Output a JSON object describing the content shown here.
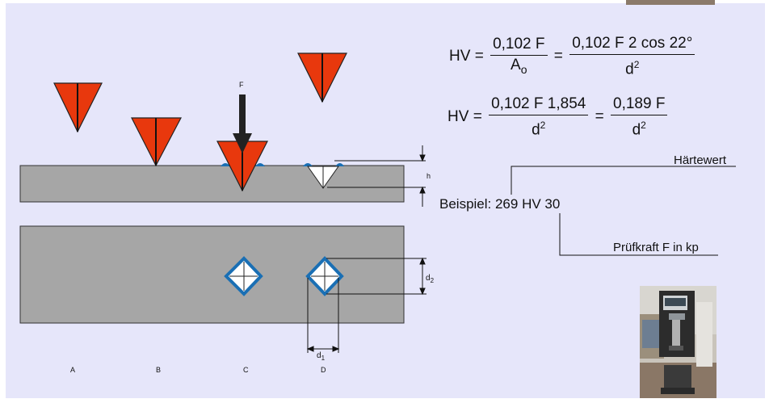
{
  "formula1": {
    "lhs": "HV",
    "frac1_num": "0,102 F",
    "frac1_den_base": "A",
    "frac1_den_sub": "o",
    "frac2_num": "0,102 F 2 cos 22°",
    "frac2_den_base": "d",
    "frac2_den_sup": "2"
  },
  "formula2": {
    "lhs": "HV",
    "frac1_num": "0,102 F 1,854",
    "frac1_den_base": "d",
    "frac1_den_sup": "2",
    "frac2_num": "0,189 F",
    "frac2_den_base": "d",
    "frac2_den_sup": "2"
  },
  "equals": "=",
  "example": {
    "label_hardness": "Härtewert",
    "text": "Beispiel: 269 HV 30",
    "label_force": "Prüfkraft F in kp"
  },
  "diagram": {
    "force_label": "F",
    "depth_label": "h",
    "d1_base": "d",
    "d1_sub": "1",
    "d2_base": "d",
    "d2_sub": "2",
    "stages": [
      "A",
      "B",
      "C",
      "D"
    ]
  },
  "colors": {
    "indenter": "#e8380d",
    "block": "#a6a6a6",
    "imprint_outline": "#1a6fb4",
    "panel": "#e6e6fa"
  }
}
